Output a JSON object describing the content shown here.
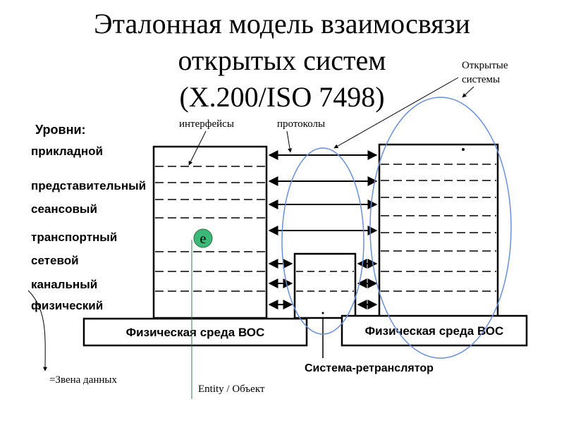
{
  "title": {
    "line1": "Эталонная модель взаимосвязи",
    "line2": "открытых систем",
    "line3": "(X.200/ISO 7498)"
  },
  "labels": {
    "open_systems_line1": "Открытые",
    "open_systems_line2": "системы",
    "interfaces": "интерфейсы",
    "protocols": "протоколы",
    "entity_symbol": "e",
    "entity_caption": "Entity / Объект",
    "data_links": "=Звена данных",
    "relay_system": "Система-ретранслятор",
    "phys_medium_left": "Физическая среда ВОС",
    "phys_medium_right": "Физическая среда ВОС"
  },
  "levels": {
    "heading": "Уровни:",
    "items": [
      "прикладной",
      "представительный",
      "сеансовый",
      "транспортный",
      "сетевой",
      "канальный",
      "физический"
    ]
  },
  "colors": {
    "ink": "#000000",
    "ellipse": "#6a8fd6",
    "entity_fill": "#3cb878"
  }
}
